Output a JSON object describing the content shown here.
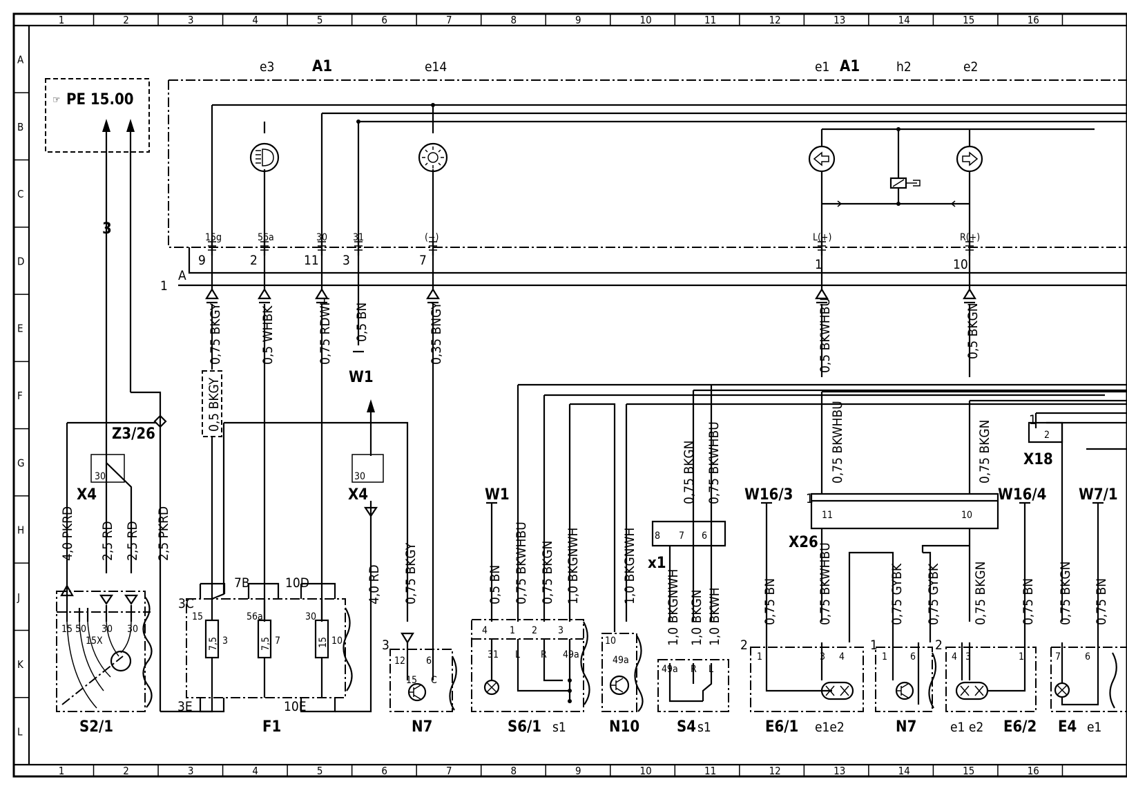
{
  "grid": {
    "columns": [
      "1",
      "2",
      "3",
      "4",
      "5",
      "6",
      "7",
      "8",
      "9",
      "10",
      "11",
      "12",
      "13",
      "14",
      "15",
      "16"
    ],
    "rows": [
      "A",
      "B",
      "C",
      "D",
      "E",
      "F",
      "G",
      "H",
      "J",
      "K",
      "L"
    ]
  },
  "reference": {
    "text": "PE 15.00",
    "wire": "3"
  },
  "instrument_cluster": {
    "designation": "A1",
    "designation_right": "A1",
    "elements": [
      "e3",
      "e14",
      "e1",
      "h2",
      "e2"
    ],
    "pins": [
      "15g",
      "56a",
      "30",
      "31",
      "(−)",
      "L(+)",
      "R(+)"
    ],
    "connector": {
      "label": "A",
      "pin1": "1",
      "numbers": [
        "9",
        "2",
        "11",
        "3",
        "7",
        "1",
        "10"
      ]
    }
  },
  "wires": {
    "left": [
      "0,75 BKGY",
      "0,5 WHBK",
      "0,75 RDWH",
      "0,5 BN",
      "0,35 BNGY"
    ],
    "right": [
      "0,5 BKWHBU",
      "0,5 BKGN"
    ],
    "dashed_box": "0,5 BKGY",
    "supply": [
      "4,0 PKRD",
      "2,5 RD",
      "2,5 RD",
      "2,5 PKRD",
      "4,0 RD",
      "0,75 BKGY"
    ],
    "s6": [
      "0,5 BN",
      "0,75 BKWHBU",
      "0,75 BKGN",
      "1,0 BKGNWH"
    ],
    "n10": "1,0 BKGNWH",
    "s4": [
      "1,0 BKGNWH",
      "1,0 BKGN",
      "1,0 BKWH"
    ],
    "x1_wires": [
      "0,75 BKGN",
      "0,75 BKWHBU"
    ],
    "x26_wires": [
      "0,75 BKWHBU",
      "0,75 BKGN"
    ],
    "e6_1": [
      "0,75 BN",
      "0,75 BKWHBU"
    ],
    "n7b": [
      "0,75 GYBK",
      "0,75 GYBK"
    ],
    "e6_2": [
      "0,75 BKGN",
      "0,75 BN"
    ],
    "e4": [
      "0,75 BKGN",
      "0,75 BN"
    ]
  },
  "components": {
    "s2_1": {
      "name": "S2/1",
      "pins": [
        "15",
        "50",
        "15X",
        "30",
        "30"
      ]
    },
    "z3_26": "Z3/26",
    "x4": {
      "name": "X4",
      "pin": "30"
    },
    "x4b": {
      "name": "X4",
      "pin": "30"
    },
    "w1": "W1",
    "w1b": "W1",
    "f1": {
      "name": "F1",
      "fuses": [
        "7,5",
        "7,5",
        "15"
      ],
      "numbers": [
        "3",
        "7",
        "10"
      ],
      "pins": [
        "15",
        "56a",
        "30"
      ],
      "tops": [
        "3C",
        "7B",
        "10D"
      ],
      "bottoms": [
        "3E",
        "10E"
      ]
    },
    "n7": {
      "name": "N7",
      "pin_num": "3",
      "pins": [
        "12",
        "6",
        "15",
        "C"
      ]
    },
    "s6_1": {
      "name": "S6/1",
      "sub": "s1",
      "pins": [
        "4",
        "1",
        "2",
        "3",
        "31",
        "L",
        "R",
        "49a"
      ]
    },
    "n10": {
      "name": "N10",
      "pins": [
        "10",
        "49a"
      ]
    },
    "x1": {
      "name": "x1",
      "pins": [
        "8",
        "7",
        "6"
      ]
    },
    "s4": {
      "name": "S4",
      "sub": "s1",
      "pins": [
        "49a",
        "R",
        "L"
      ]
    },
    "w16_3": "W16/3",
    "x26": {
      "name": "X26",
      "pins": [
        "1",
        "11",
        "10"
      ]
    },
    "e6_1": {
      "name": "E6/1",
      "sub": "e1e2",
      "pins": [
        "2",
        "1",
        "3",
        "4"
      ]
    },
    "n7b": {
      "name": "N7",
      "pins": [
        "1",
        "1",
        "6",
        "2"
      ]
    },
    "e6_2": {
      "name": "E6/2",
      "sub": "e1   e2",
      "pins": [
        "4",
        "3",
        "1"
      ]
    },
    "w16_4": "W16/4",
    "x18": {
      "name": "X18",
      "pins": [
        "1",
        "2"
      ]
    },
    "w7_1": "W7/1",
    "e4": {
      "name": "E4",
      "sub": "e1",
      "pins": [
        "7",
        "6"
      ]
    }
  }
}
